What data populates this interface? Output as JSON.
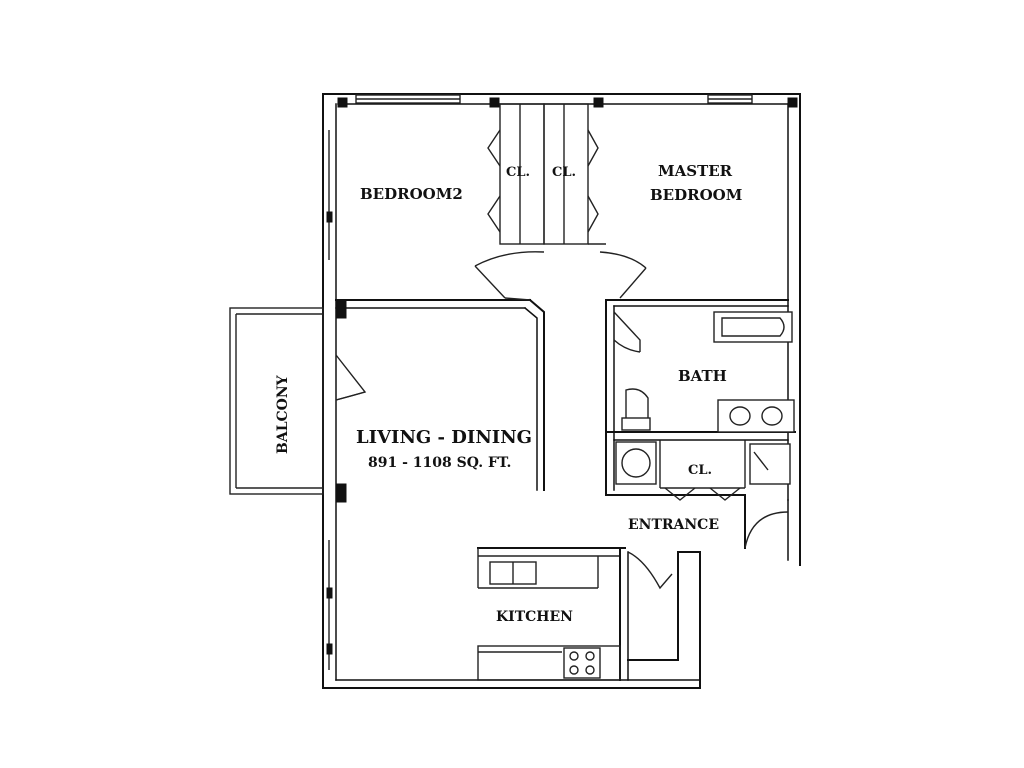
{
  "plan": {
    "rooms": {
      "bedroom2": "BEDROOM2",
      "closet_left": "CL.",
      "closet_right": "CL.",
      "master_line1": "MASTER",
      "master_line2": "BEDROOM",
      "bath": "BATH",
      "balcony": "BALCONY",
      "living": "LIVING - DINING",
      "area": "891 - 1108 SQ. FT.",
      "hall_closet": "CL.",
      "entrance": "ENTRANCE",
      "kitchen": "KITCHEN"
    }
  }
}
